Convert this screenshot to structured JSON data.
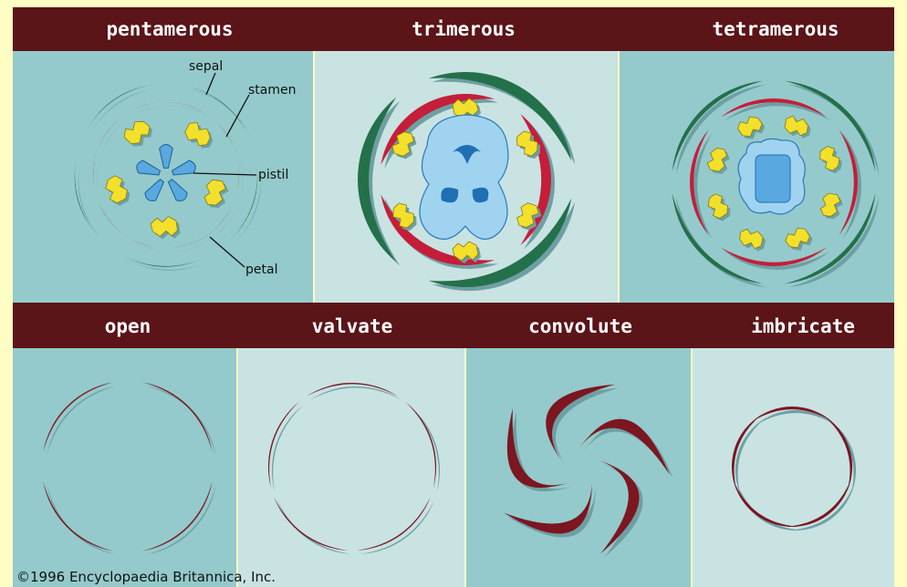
{
  "top_row": {
    "pentamerous": "pentamerous",
    "trimerous": "trimerous",
    "tetramerous": "tetramerous"
  },
  "labels": {
    "sepal": "sepal",
    "stamen": "stamen",
    "pistil": "pistil",
    "petal": "petal"
  },
  "bottom_row": {
    "open": "open",
    "valvate": "valvate",
    "convolute": "convolute",
    "imbricate": "imbricate"
  },
  "copyright": "©1996 Encyclopaedia Britannica, Inc.",
  "colors": {
    "background": "#fdfdc4",
    "header_band": "#5b1418",
    "panel_dark": "#94cacb",
    "panel_light": "#c8e3e2",
    "sepal": "#23704a",
    "petal": "#c41e3a",
    "stamen": "#f2e02c",
    "pistil": "#59a8e0",
    "bottom_petal": "#7c1621",
    "shadow": "#6e9fa3"
  }
}
